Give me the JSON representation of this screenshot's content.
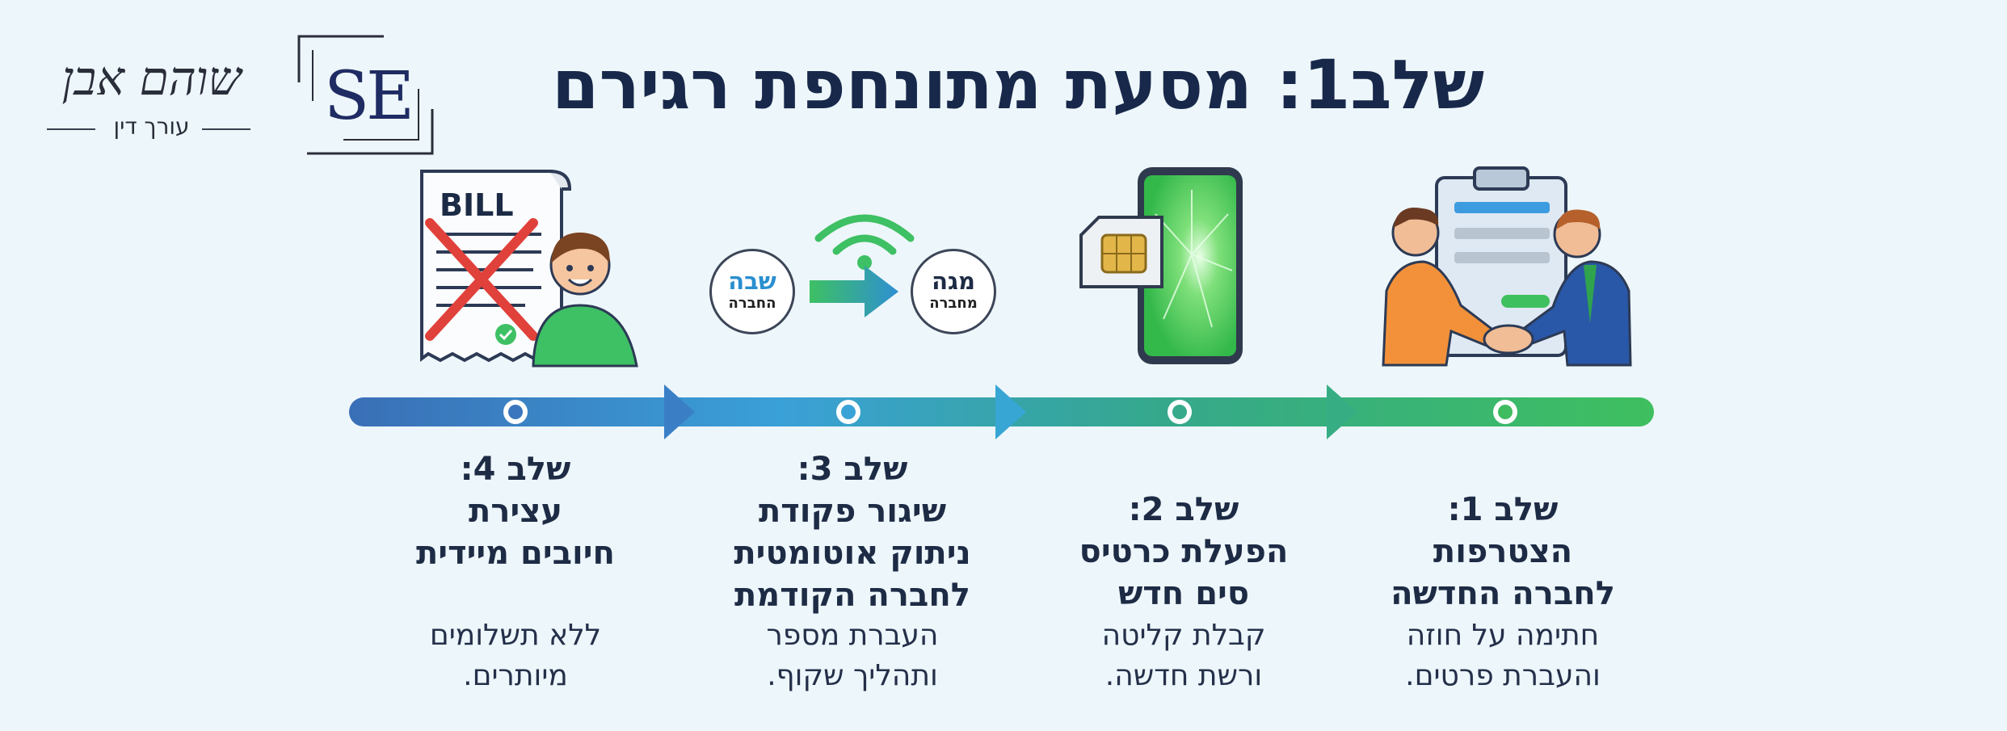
{
  "title": "שלב1: מסעת מתונחפת רגירם",
  "logo": {
    "name": "שוהם אבן",
    "subtitle": "עורך דין",
    "monogram": "SE"
  },
  "steps": [
    {
      "heading_lines": [
        "שלב 1:",
        "הצטרפות",
        "לחברה החדשה"
      ],
      "desc_lines": [
        "חתימה על חוזה",
        "והעברת פרטים."
      ],
      "icon": "handshake-contract-icon"
    },
    {
      "heading_lines": [
        "שלב 2:",
        "הפעלת כרטיס",
        "סים חדש"
      ],
      "desc_lines": [
        "קבלת קליטה",
        "ורשת חדשה."
      ],
      "icon": "phone-sim-icon"
    },
    {
      "heading_lines": [
        "שלב 3:",
        "שיגור פקודת",
        "ניתוק אוטומטית",
        "לחברה הקודמת"
      ],
      "desc_lines": [
        "העברת מספר",
        "ותהליך שקוף."
      ],
      "icon": "number-transfer-icon"
    },
    {
      "heading_lines": [
        "שלב 4:",
        "עצירת",
        "חיובים מיידית"
      ],
      "desc_lines": [
        "ללא תשלומים",
        "מיותרים."
      ],
      "icon": "cancelled-bill-icon"
    }
  ],
  "transfer": {
    "from_big": "שבה",
    "from_small": "החברה",
    "to_big": "מגה",
    "to_small": "מחברה"
  },
  "bill_label": "BILL",
  "colors": {
    "title": "#18284a",
    "timeline_green": "#3fbf5f",
    "timeline_teal": "#35a88c",
    "timeline_blue": "#3aa0d8",
    "timeline_navy": "#3a6fb6",
    "accent_blue": "#2a8fd0"
  }
}
